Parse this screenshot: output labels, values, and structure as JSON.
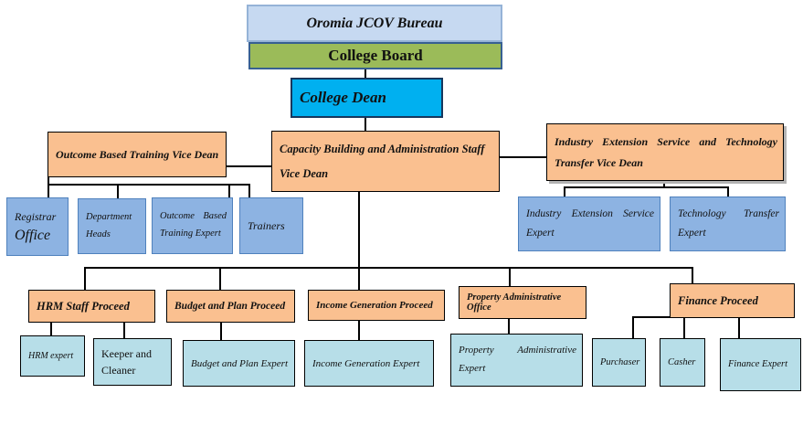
{
  "diagram_title": "Oromia JCOV Bureau organization chart",
  "colors": {
    "bureau_fill": "#c6d9f1",
    "board_fill": "#9bbb59",
    "dean_fill": "#00b0f0",
    "vice_dean_fill": "#fac090",
    "staff_fill": "#8db3e2",
    "expert_fill": "#b7dee8",
    "line_color": "#000000"
  },
  "nodes": {
    "bureau": {
      "label": "Oromia JCOV Bureau"
    },
    "board": {
      "label": "College Board"
    },
    "dean": {
      "label": "College Dean"
    },
    "outcome_vice_dean": {
      "label": "Outcome Based Training Vice Dean"
    },
    "capacity_vice_dean": {
      "label": "Capacity Building and Administration Staff Vice Dean"
    },
    "industry_vice_dean": {
      "label": "Industry Extension Service and Technology Transfer Vice Dean"
    },
    "registrar": {
      "line1": "Registrar",
      "line2": "Office"
    },
    "department_heads": {
      "label": "Department Heads"
    },
    "outcome_expert": {
      "label": "Outcome Based Training Expert"
    },
    "trainers": {
      "label": "Trainers"
    },
    "industry_expert": {
      "label": "Industry Extension Service Expert"
    },
    "technology_expert": {
      "label": "Technology Transfer Expert"
    },
    "hrm_proceed": {
      "label": "HRM Staff Proceed"
    },
    "budget_proceed": {
      "label": "Budget and Plan Proceed"
    },
    "income_proceed": {
      "label": "Income Generation Proceed"
    },
    "property_office": {
      "label": "Property Administrative Office"
    },
    "finance_proceed": {
      "label": "Finance Proceed"
    },
    "hrm_expert": {
      "label": "HRM expert"
    },
    "keeper_cleaner": {
      "label": "Keeper and Cleaner"
    },
    "budget_expert": {
      "label": "Budget and Plan Expert"
    },
    "income_expert": {
      "label": "Income Generation Expert"
    },
    "property_expert": {
      "label": "Property Administrative Expert"
    },
    "purchaser": {
      "label": "Purchaser"
    },
    "casher": {
      "label": "Casher"
    },
    "finance_expert": {
      "label": "Finance Expert"
    }
  }
}
